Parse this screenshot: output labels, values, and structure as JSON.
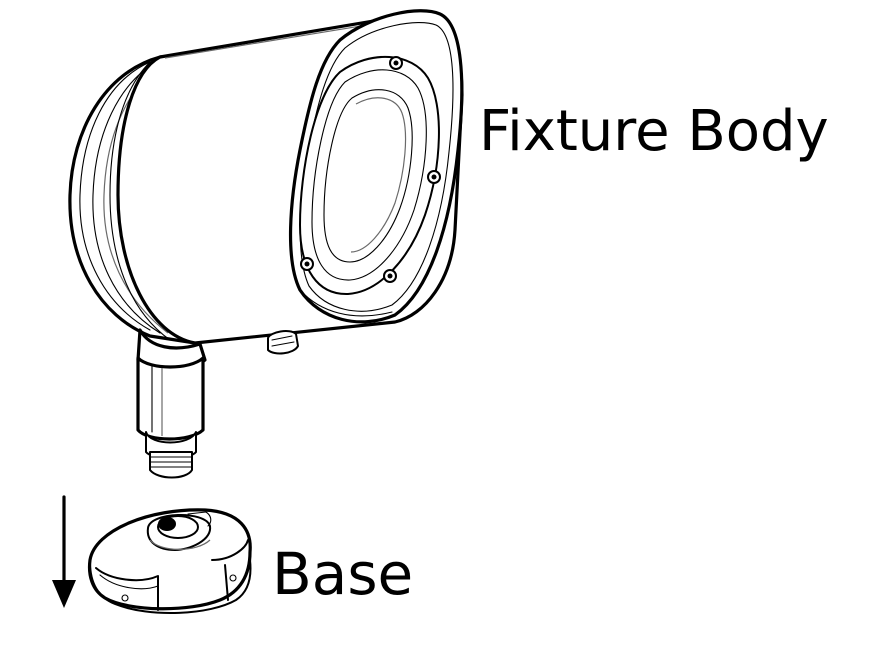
{
  "labels": {
    "fixture_body": "Fixture Body",
    "base": "Base"
  },
  "parts": {
    "fixture_body_icon": "floodlight-fixture-body",
    "base_icon": "mounting-base",
    "arrow_icon": "arrow-down"
  },
  "colors": {
    "line": "#000000",
    "background": "#ffffff"
  }
}
